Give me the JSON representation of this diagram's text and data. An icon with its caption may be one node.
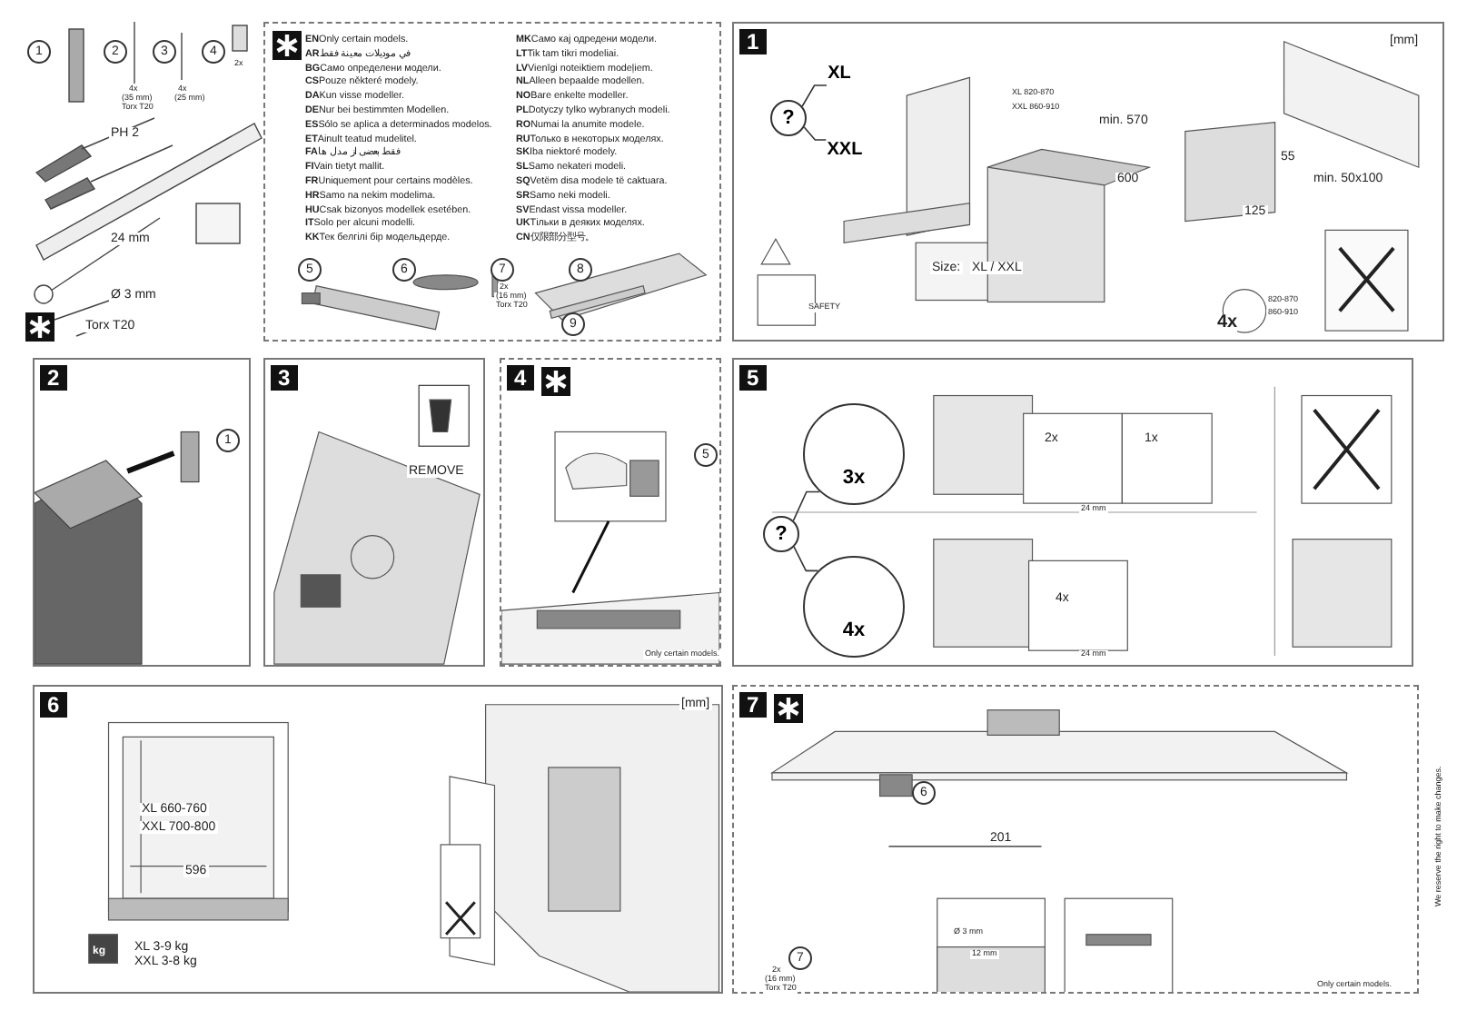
{
  "diagram": {
    "nodes": [
      {
        "text": [
          "**EN**Only certain models.",
          "**AR**في موديلات معينة فقط",
          "**BG**Само определени модели.",
          "**CS**Pouze některé modely.",
          "**DA**Kun visse modeller.",
          "**DE**Nur bei bestimmten Modellen.",
          "**ES**Sólo se aplica a determinados modelos.",
          "**ET**Ainult teatud mudelitel.",
          "**FA**فقط بعضی از مدل ها",
          "**FI**Vain tietyt mallit.",
          "**FR**Uniquement pour certains modèles.",
          "**HR**Samo na nekim modelima.",
          "**HU**Csak bizonyos modellek esetében.",
          "**IT**Solo per alcuni modelli.",
          "**KK**Тек белгілі бір модельдерде.",
          "**MK**Само кај одредени модели.",
          "**LT**Tik tam tikri modeliai.",
          "**LV**Vienīgi noteiktiem modeļiem.",
          "**NL**Alleen bepaalde modellen.",
          "**NO**Bare enkelte modeller.",
          "**PL**Dotyczy tylko wybranych modeli.",
          "**RO**Numai la anumite modele.",
          "**RU**Только в некоторых моделях.",
          "**SK**Iba niektoré modely.",
          "**SL**Samo nekateri modeli.",
          "**SQ**Vetëm disa modele të caktuara.",
          "**SR**Samo neki modeli.",
          "**SV**Endast vissa modeller.",
          "**UK**Тільки в деяких моделях.",
          "**CN**仅限部分型号。",
          "5",
          "6",
          "7",
          "2x",
          "(16 mm)",
          "Torx T20",
          "8",
          "9"
        ]
      },
      {
        "text": [
          "1",
          "Size:",
          "XL / XXL",
          "SAFETY",
          "[mm]",
          "min. 570",
          "600",
          "55",
          "min. 50x100",
          "125",
          "XL 820-870",
          "XXL 860-910",
          "4x",
          "820-870",
          "860-910"
        ]
      },
      {
        "text": [
          "?"
        ],
        "in": 1
      },
      {
        "text": [
          "XL"
        ],
        "in": 1
      },
      {
        "text": [
          "XXL"
        ],
        "in": 1
      },
      {
        "text": [
          "2",
          "1"
        ]
      },
      {
        "text": [
          "3",
          "REMOVE"
        ]
      },
      {
        "text": [
          "4",
          "5",
          "Only certain models."
        ]
      },
      {
        "text": [
          "5",
          "2x",
          "1x",
          "24 mm",
          "4x",
          "24 mm"
        ]
      },
      {
        "text": [
          "3x"
        ],
        "in": 8
      },
      {
        "text": [
          "?"
        ],
        "in": 8
      },
      {
        "text": [
          "4x"
        ],
        "in": 8
      },
      {
        "text": [
          "6",
          "[mm]",
          "XL 660-760",
          "XXL 700-800",
          "596",
          "kg",
          "XL 3-9 kg",
          "XXL 3-8 kg"
        ]
      },
      {
        "text": [
          "7",
          "6",
          "201",
          "Ø 3 mm",
          "12 mm",
          "7",
          "2x",
          "(16 mm)",
          "Torx T20",
          "Only certain models."
        ]
      }
    ],
    "edges": [
      {
        "from": 2,
        "to": 3,
        "arrow": "none"
      },
      {
        "from": 2,
        "to": 4,
        "arrow": "none"
      },
      {
        "from": 10,
        "to": 9,
        "arrow": "none"
      },
      {
        "from": 10,
        "to": 11,
        "arrow": "none"
      }
    ],
    "labels": [
      "1",
      "2",
      "3",
      "4",
      "4x",
      "(35 mm)",
      "Torx T20",
      "4x",
      "(25 mm)",
      "2x",
      "PH 2",
      "24 mm",
      "Ø 3 mm",
      "Torx T20",
      "We reserve the right to make changes."
    ]
  }
}
